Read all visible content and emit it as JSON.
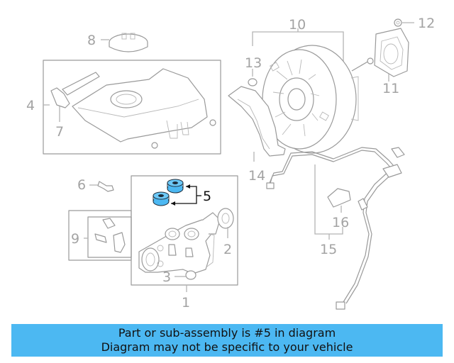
{
  "diagram": {
    "callouts": [
      {
        "id": "c1",
        "text": "1"
      },
      {
        "id": "c2",
        "text": "2"
      },
      {
        "id": "c3",
        "text": "3"
      },
      {
        "id": "c4",
        "text": "4"
      },
      {
        "id": "c5",
        "text": "5"
      },
      {
        "id": "c6",
        "text": "6"
      },
      {
        "id": "c7",
        "text": "7"
      },
      {
        "id": "c8",
        "text": "8"
      },
      {
        "id": "c9",
        "text": "9"
      },
      {
        "id": "c10",
        "text": "10"
      },
      {
        "id": "c11",
        "text": "11"
      },
      {
        "id": "c12",
        "text": "12"
      },
      {
        "id": "c13",
        "text": "13"
      },
      {
        "id": "c14",
        "text": "14"
      },
      {
        "id": "c15",
        "text": "15"
      },
      {
        "id": "c16",
        "text": "16"
      }
    ],
    "highlight_color": "#4cb8f2"
  },
  "banner": {
    "line1": "Part or sub-assembly is #5 in diagram",
    "line2": "Diagram may not be specific to your vehicle",
    "background": "#4cb8f2"
  }
}
